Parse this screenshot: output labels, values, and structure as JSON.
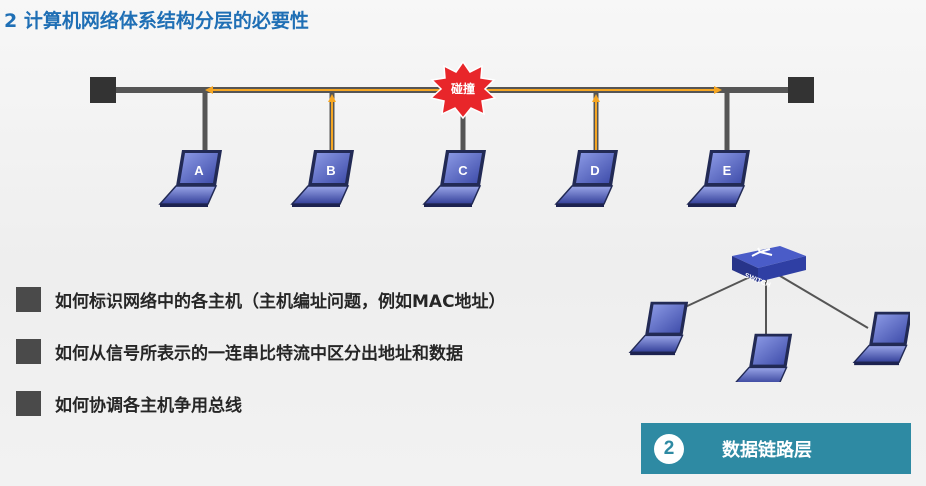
{
  "title": "2 计算机网络体系结构分层的必要性",
  "bus": {
    "collision_label": "碰撞",
    "hosts": [
      {
        "label": "A"
      },
      {
        "label": "B"
      },
      {
        "label": "C"
      },
      {
        "label": "D"
      },
      {
        "label": "E"
      }
    ]
  },
  "bullets": [
    "如何标识网络中的各主机（主机编址问题，例如MAC地址）",
    "如何从信号所表示的一连串比特流中区分出地址和数据",
    "如何协调各主机争用总线"
  ],
  "switch": {
    "label": "SWITCH"
  },
  "layer": {
    "number": "2",
    "name": "数据链路层"
  },
  "colors": {
    "title": "#1f6fb5",
    "bus_line": "#555555",
    "signal": "#f5a623",
    "collision": "#e8262a",
    "layer_box": "#2e8aa3"
  }
}
